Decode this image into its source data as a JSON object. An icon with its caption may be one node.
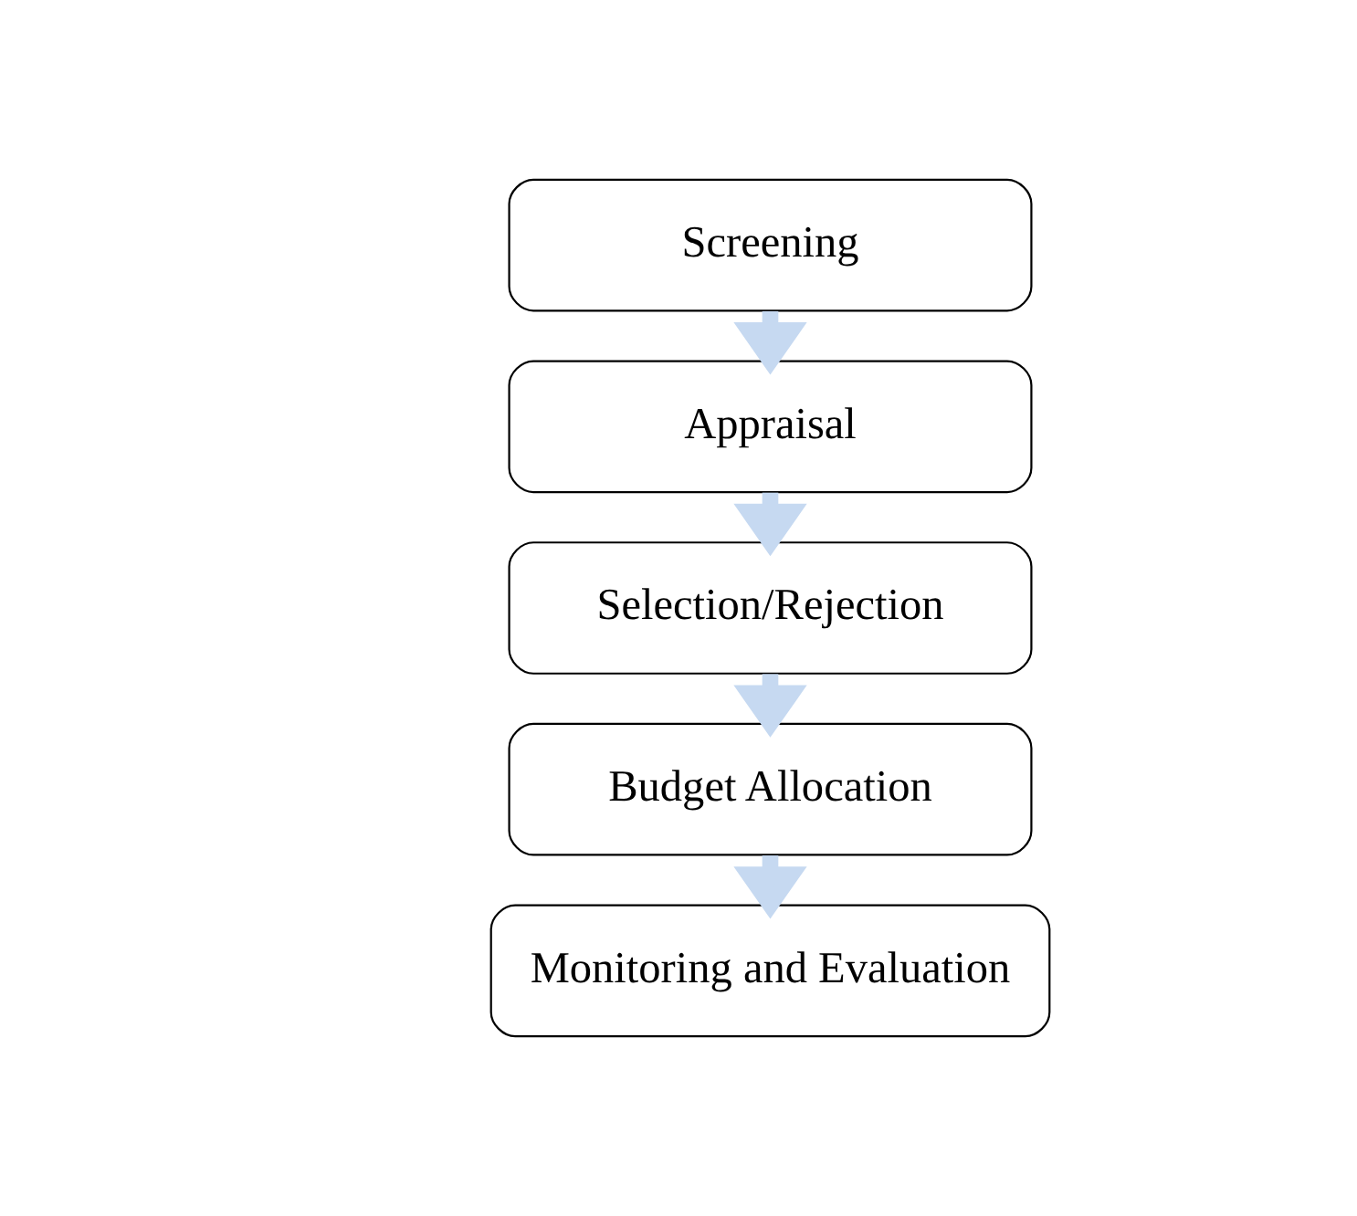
{
  "diagram": {
    "nodes": [
      {
        "text": [
          "Screening"
        ]
      },
      {
        "text": [
          "Appraisal"
        ]
      },
      {
        "text": [
          "Selection/Rejection"
        ]
      },
      {
        "text": [
          "Budget Allocation"
        ]
      },
      {
        "text": [
          "Monitoring and Evaluation"
        ]
      }
    ],
    "edges": [
      {
        "from": 0,
        "to": 1,
        "arrow": "to"
      },
      {
        "from": 1,
        "to": 2,
        "arrow": "to"
      },
      {
        "from": 2,
        "to": 3,
        "arrow": "to"
      },
      {
        "from": 3,
        "to": 4,
        "arrow": "to"
      }
    ]
  }
}
